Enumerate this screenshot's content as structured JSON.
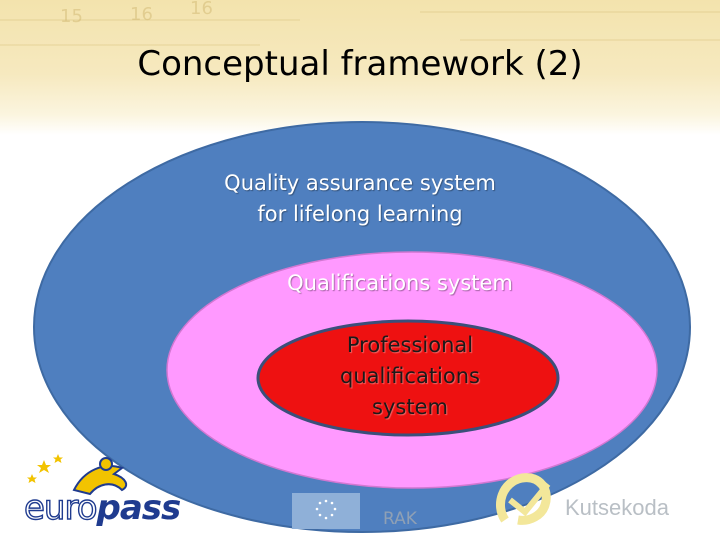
{
  "slide": {
    "title": "Conceptual framework (2)"
  },
  "diagram": {
    "outer": {
      "line1": "Quality assurance system",
      "line2": "for lifelong learning",
      "color": "#4f7fbf"
    },
    "middle": {
      "label": "Qualifications system",
      "color": "#ff99ff"
    },
    "inner": {
      "line1": "Professional",
      "line2": "qualifications",
      "line3": "system",
      "color": "#ee1111"
    }
  },
  "logos": {
    "europass_part1": "euro",
    "europass_part2": "pass",
    "rak": "RAK",
    "kutsekoda": "Kutsekoda",
    "europass_color": "#1f3b8f",
    "star_color": "#f2c300"
  }
}
